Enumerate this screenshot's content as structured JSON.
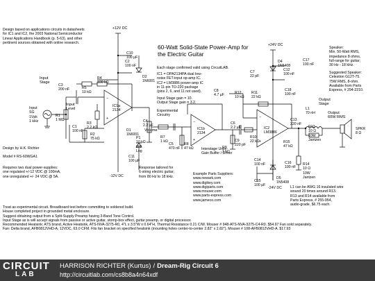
{
  "title": "60-Watt Solid-State Power-Amp for the Electric Guitar",
  "notes": {
    "design_basis": [
      "Design based on applications circuits in datasheets",
      "for IC1 and IC2, the 2003 National Semiconductor",
      "Linear Applications Handbook (p. 5-63), and other",
      "pertinent sources obtained with online research."
    ],
    "confirmed": "Each stage confirmed valid using CircuitLAB.",
    "ic_info": [
      "IC1 = OPA2134PA dual low-",
      "noise FET-input op-amp IC.",
      "IC2 = LM3886 power-amp IC",
      "in 11-pin TO-220 package",
      "(pins 2, 6, and 11 not used)."
    ],
    "gains": [
      "Input Stage gain = 10.",
      "Output Stage gain = 3.2."
    ],
    "experimental": [
      "Experimental",
      "Circuitry"
    ],
    "designer": "Design by H.K. Richter",
    "model": "Model # RS-60WGA1",
    "supplies": [
      "Requires two dual power-supplies:",
      "one regulated +/-12 VDC @ 100mA,",
      "one unregulated +/- 24 VDC @ 5A."
    ],
    "response": [
      "Response tailored for",
      "6-string electric guitar;",
      "from 80 Hz to 18 kHz."
    ],
    "parts_suppliers": [
      "Example Parts Suppliers:",
      "www.newark.com",
      "www.digikey.com",
      "www.digiparts.com",
      "www.mouser.com",
      "www.parts-express.com",
      "www.jameco.com"
    ],
    "speaker": [
      "Speaker:",
      "Min. 50-Watt RMS,",
      "impedance 8 ohms,",
      "full-range for guitar;",
      "30 Hz - 18 kHz."
    ],
    "suggested_speaker": [
      "Suggested Speaker:",
      "Celestion G12T-75.",
      "75W RMS, 8-ohm.",
      "Available from Parts",
      "Express, # 294-2210."
    ],
    "coil": [
      "L1 can be AWG 16 insulated wire",
      "wound 20 times around R13.",
      "R13 and R14 available from",
      "Parts Express, # 255-954,",
      "audio-grade, $6.75 each."
    ],
    "bottom": [
      "Treat as experimental circuit. Breadboard test before committing to soldered build.",
      "House completed project in grounded metal enclosure.",
      "",
      "Suggest obtaining output from a Split-Supply Preamp having 3-Band Tone Control.",
      "Input Stage as is will accept signals from passive or active guitar, stomp-box effect, guitar preamp, or digital processor.",
      "",
      "Recommended Heatsink: ATS brand, Active Heatsink, ATS-NVA-3275-R0, 4\"L x 3.5\"W x 0.64\"H, Thermal Resistance 0.21 C/W. Mouser # 948-ATS-NVA-3275-C4-R0. $54.97 Fan sold separately.",
      "Fan: Delta brand, AFB0812VHD-A, 12VDC, 63.0 CFM. Fits fan bracket on specified heatsink (mounting holes center-to-center 2.82\" x 2.82\"). Mouser # 108-AFB0812VHD-A. $17.93"
    ]
  },
  "labels": {
    "input_stage": "Input\nStage",
    "input_level": "Input\nLevel",
    "input": "Input\nSG\n1Vpk\n1 kHz",
    "volume": "Volume",
    "interstage": "Interstage Unity-\nGain Buffer / Driver",
    "output_stage": "Output\nStage",
    "output": "Output\n60W RMS",
    "spkr": "SPKR\n8 Ω",
    "plus12": "+12V DC",
    "minus12": "-12V DC",
    "plus24": "+24V DC",
    "minus24": "-24V DC"
  },
  "components": {
    "R1": "R1\n1 MΩ",
    "R2": "R2\n75 kΩ",
    "R3": "R3\n2.2 kΩ",
    "R4": "R4\n100 kΩ",
    "R5": "R5\n10 kΩ",
    "R6": "R6\n10 kΩ\n2W\nLog",
    "R7": "R7\n1 kΩ",
    "R8": "R8\n47 kΩ",
    "R9": "R9\n1 kΩ",
    "R10": "R10\n22 kΩ",
    "R11": "R11\n22 kΩ",
    "R12": "R12\n10 kΩ",
    "R13": "R13\n10 Ω\n10W\nJantzen",
    "R14": "R14\n10 Ω\n10W\nJantzen",
    "R15": "R15\n47 kΩ",
    "P1": "P1\n10 kΩ\n2W\nLog",
    "C1": "C1\n100 nF",
    "C2": "C2\n100 nF",
    "C3": "C3\n200 nF",
    "C4": "C4\n2.2 µF",
    "C5": "C5\n470 nF",
    "C6": "C6\n2.2 µF",
    "C7": "C7\n22 pF",
    "C8": "C8\n4.7 µF",
    "C9": "C9\n220 pF",
    "C10": "C10\n100 µF",
    "C11": "C11\n100 µF",
    "C12": "C12\n100 nF",
    "C13": "C13\n220 nF",
    "C14": "C14\n100 nF",
    "C15": "C15\n100 µF",
    "C16": "C16\n100 nF",
    "C17": "C17\n100 nF",
    "C18": "C18\n100 nF",
    "D1": "D1\n1N6001",
    "D2": "D2\n1N6001",
    "D4": "D4\n1N5408",
    "D5": "D5\n1N5408",
    "L1": "L1\n70 nH",
    "IC1a": "IC1a\n2134",
    "IC1b": "IC1b\n2134",
    "IC2": "IC2\nLM3886"
  },
  "footer": {
    "logo_top": "CIRCUIT",
    "logo_bottom": "LAB",
    "author": "HARRISON RICHTER (Kurtus)",
    "separator": "/",
    "circuit_name": "Dream-Rig Circuit 6",
    "url": "http://circuitlab.com/cs8b8a4n64xdf"
  }
}
